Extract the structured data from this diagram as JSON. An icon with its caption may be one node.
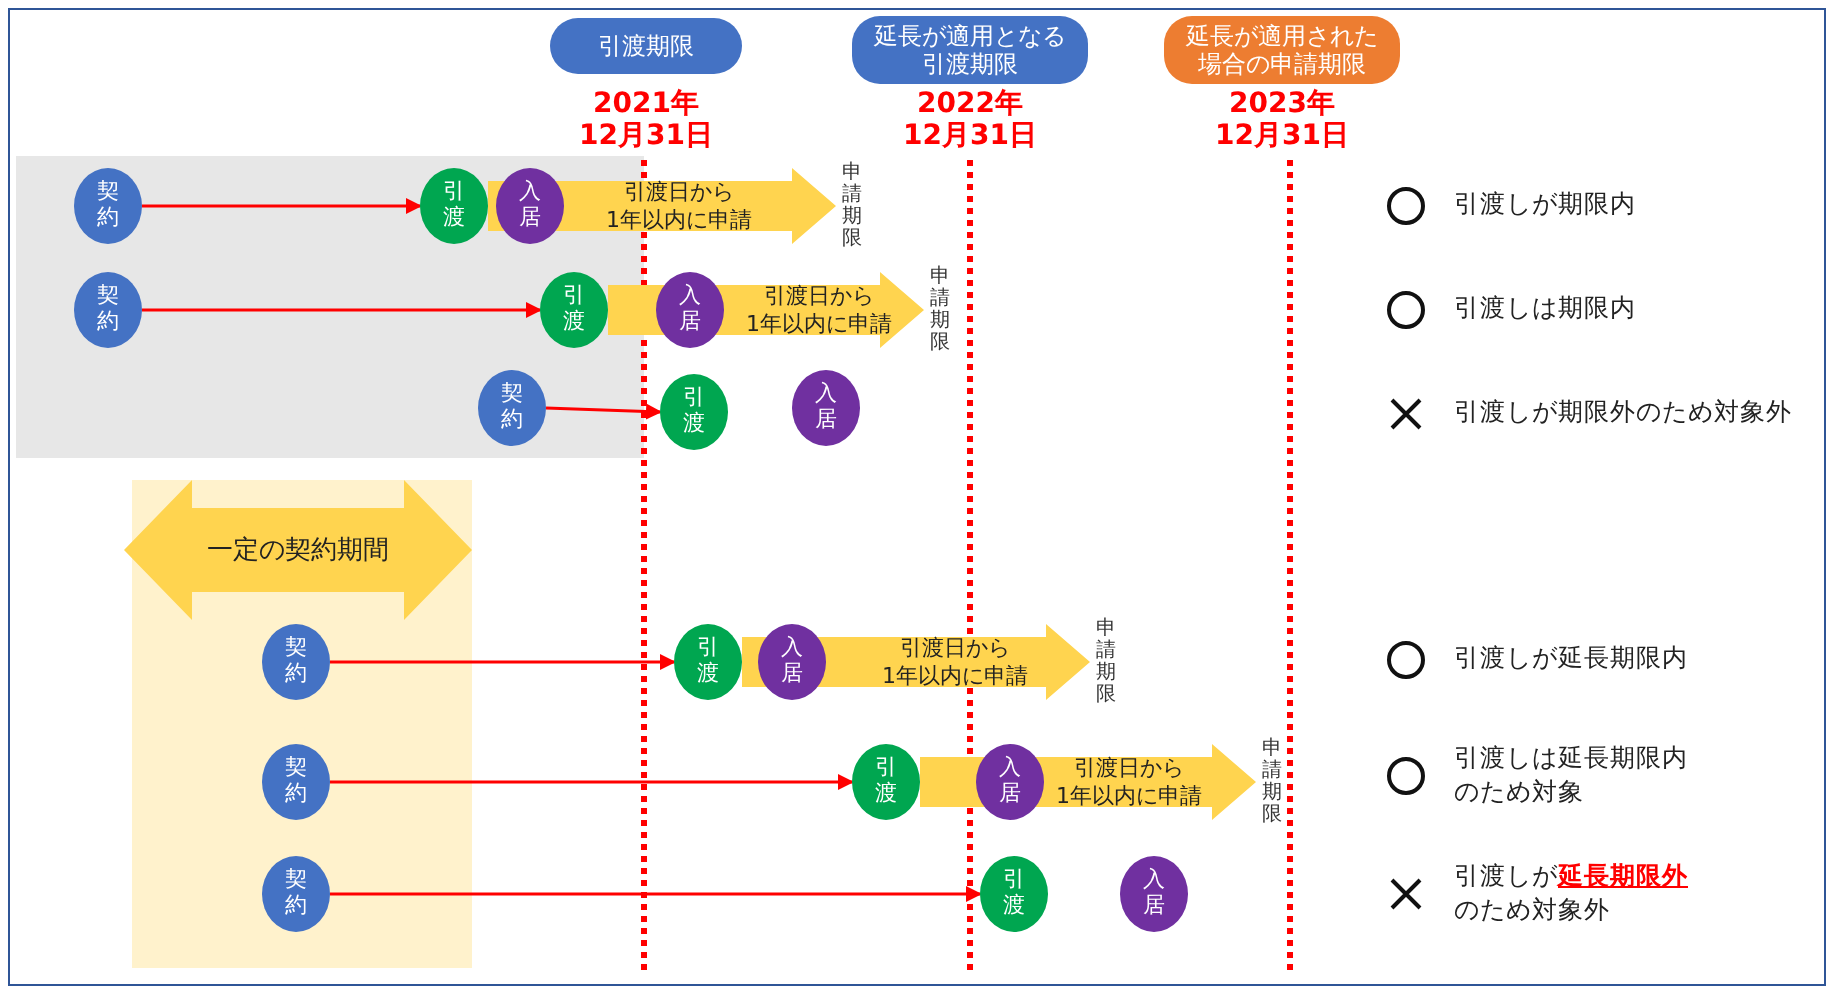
{
  "diagram": {
    "nodes": [
      {
        "text": [
          "引渡期限"
        ],
        "beside": [
          "2021年",
          "12月31日"
        ]
      },
      {
        "text": [
          "延長が適用となる引渡期限"
        ],
        "beside": [
          "2022年",
          "12月31日"
        ]
      },
      {
        "text": [
          "延長が適用された場合の申請期限"
        ],
        "beside": [
          "2023年",
          "12月31日"
        ]
      },
      {
        "text": [
          "契約"
        ]
      },
      {
        "text": [
          "引渡"
        ]
      },
      {
        "text": [
          "入居"
        ],
        "in": 6
      },
      {
        "text": [
          "引渡日から1年以内に申請"
        ],
        "beside": [
          "申請期限"
        ]
      },
      {
        "text": [
          "契約"
        ]
      },
      {
        "text": [
          "引渡"
        ]
      },
      {
        "text": [
          "入居"
        ],
        "in": 10
      },
      {
        "text": [
          "引渡日から1年以内に申請"
        ],
        "beside": [
          "申請期限"
        ]
      },
      {
        "text": [
          "契約"
        ]
      },
      {
        "text": [
          "引渡"
        ]
      },
      {
        "text": [
          "入居"
        ]
      },
      {
        "text": [
          "一定の契約期間"
        ]
      },
      {
        "text": [
          "契約"
        ]
      },
      {
        "text": [
          "引渡"
        ]
      },
      {
        "text": [
          "入居"
        ],
        "in": 18
      },
      {
        "text": [
          "引渡日から1年以内に申請"
        ],
        "beside": [
          "申請期限"
        ]
      },
      {
        "text": [
          "契約"
        ]
      },
      {
        "text": [
          "引渡"
        ]
      },
      {
        "text": [
          "入居"
        ],
        "in": 22
      },
      {
        "text": [
          "引渡日から1年以内に申請"
        ],
        "beside": [
          "申請期限"
        ]
      },
      {
        "text": [
          "契約"
        ]
      },
      {
        "text": [
          "引渡"
        ]
      },
      {
        "text": [
          "入居"
        ]
      }
    ],
    "edges": [
      {
        "from": 3,
        "to": 4,
        "arrow": "to"
      },
      {
        "from": 7,
        "to": 8,
        "arrow": "to"
      },
      {
        "from": 11,
        "to": 12,
        "arrow": "to"
      },
      {
        "from": 15,
        "to": 16,
        "arrow": "to"
      },
      {
        "from": 19,
        "to": 20,
        "arrow": "to"
      },
      {
        "from": 23,
        "to": 24,
        "arrow": "to"
      }
    ],
    "labels": [
      "引渡しが期限内",
      "引渡しは期限内",
      "引渡しが期限外のため対象外",
      "引渡しが延長期限内",
      "引渡しは延長期限内のため対象",
      "引渡しが**延長期限外**のため対象外"
    ]
  }
}
